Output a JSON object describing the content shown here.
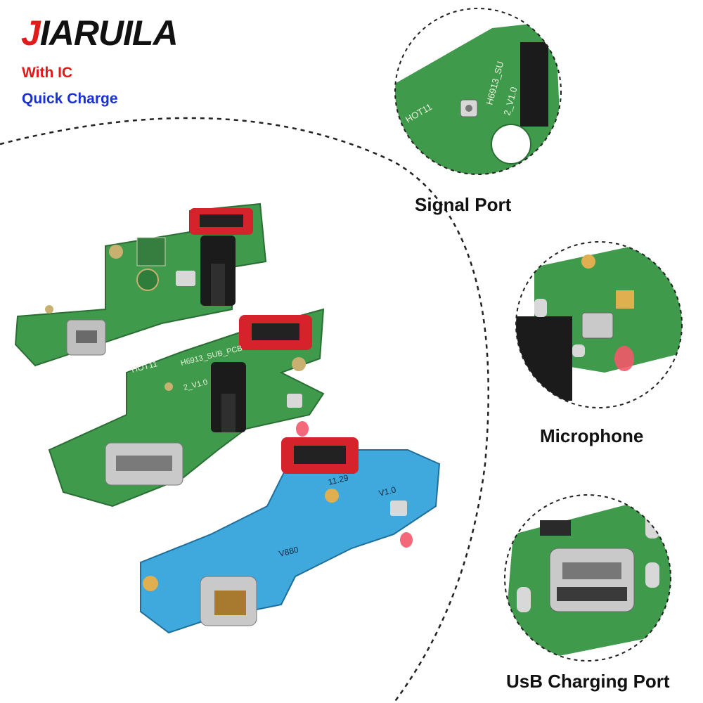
{
  "brand": {
    "first_letter": "J",
    "rest": "IARUILA"
  },
  "tags": {
    "ic": "With IC",
    "charge": "Quick Charge"
  },
  "boards": {
    "top_mark": "HOT11",
    "mid_mark": "H6913_SUB_PCB",
    "mid_mark2": "2_V1.0",
    "blue_version": "V1.0",
    "blue_num": "11.29",
    "blue_mark": "V880"
  },
  "callouts": {
    "signal": "Signal Port",
    "microphone": "Microphone",
    "usb": "UsB Charging Port",
    "signal_mark": "H6913_SU",
    "signal_mark2": "2_V1.0",
    "signal_hot": "HOT11"
  },
  "colors": {
    "green_pcb": "#3f9a4b",
    "blue_pcb": "#3fa8dc",
    "connector_red": "#d6222a",
    "brand_red": "#e11a1a",
    "brand_blue": "#1a2fd6"
  }
}
